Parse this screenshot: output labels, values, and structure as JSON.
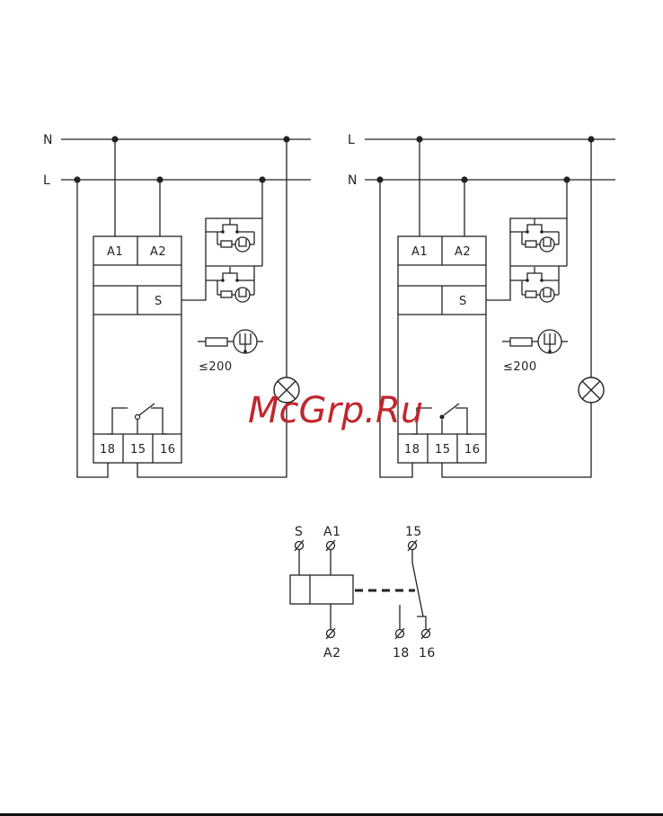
{
  "left_diagram": {
    "rail_top": "N",
    "rail_bottom": "L",
    "term_a1": "A1",
    "term_a2": "A2",
    "term_s": "S",
    "term_18": "18",
    "term_15": "15",
    "term_16": "16",
    "lamp_note": "≤200"
  },
  "right_diagram": {
    "rail_top": "L",
    "rail_bottom": "N",
    "term_a1": "A1",
    "term_a2": "A2",
    "term_s": "S",
    "term_18": "18",
    "term_15": "15",
    "term_16": "16",
    "lamp_note": "≤200"
  },
  "symbol": {
    "s": "S",
    "a1": "A1",
    "a2": "A2",
    "t15": "15",
    "t18": "18",
    "t16": "16"
  },
  "watermark": "McGrp.Ru",
  "colors": {
    "line": "#222222",
    "watermark": "#c0272d"
  }
}
